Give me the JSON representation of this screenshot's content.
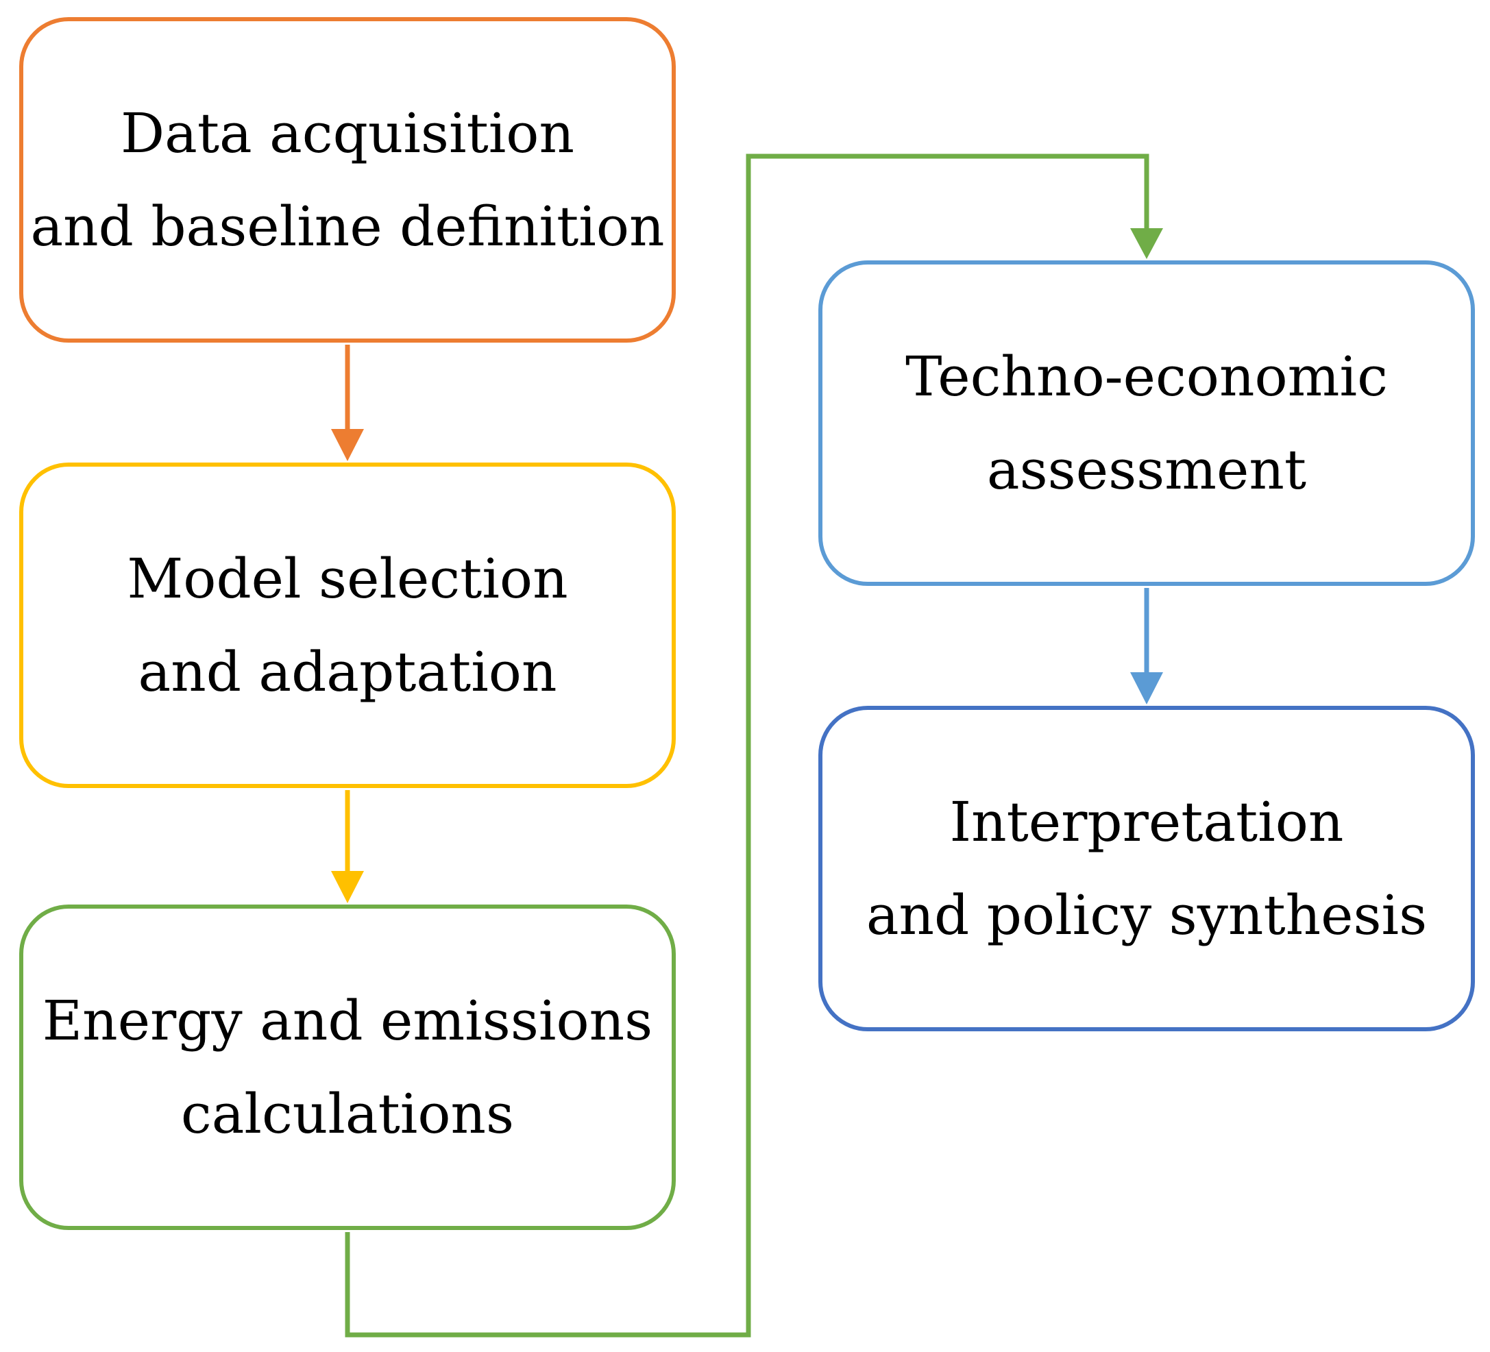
{
  "nodes": [
    {
      "id": "data-acquisition",
      "lines": [
        "Data acquisition",
        "and baseline definition"
      ],
      "color": "#ED7D31"
    },
    {
      "id": "model-selection",
      "lines": [
        "Model selection",
        "and adaptation"
      ],
      "color": "#FFC000"
    },
    {
      "id": "energy-emissions",
      "lines": [
        "Energy and emissions",
        "calculations"
      ],
      "color": "#70AD47"
    },
    {
      "id": "techno-economic",
      "lines": [
        "Techno-economic",
        "assessment"
      ],
      "color": "#5B9BD5"
    },
    {
      "id": "interpretation",
      "lines": [
        "Interpretation",
        "and policy synthesis"
      ],
      "color": "#4472C4"
    }
  ],
  "edges": [
    {
      "from": "data-acquisition",
      "to": "model-selection",
      "color": "#ED7D31"
    },
    {
      "from": "model-selection",
      "to": "energy-emissions",
      "color": "#FFC000"
    },
    {
      "from": "energy-emissions",
      "to": "techno-economic",
      "color": "#70AD47"
    },
    {
      "from": "techno-economic",
      "to": "interpretation",
      "color": "#5B9BD5"
    }
  ]
}
